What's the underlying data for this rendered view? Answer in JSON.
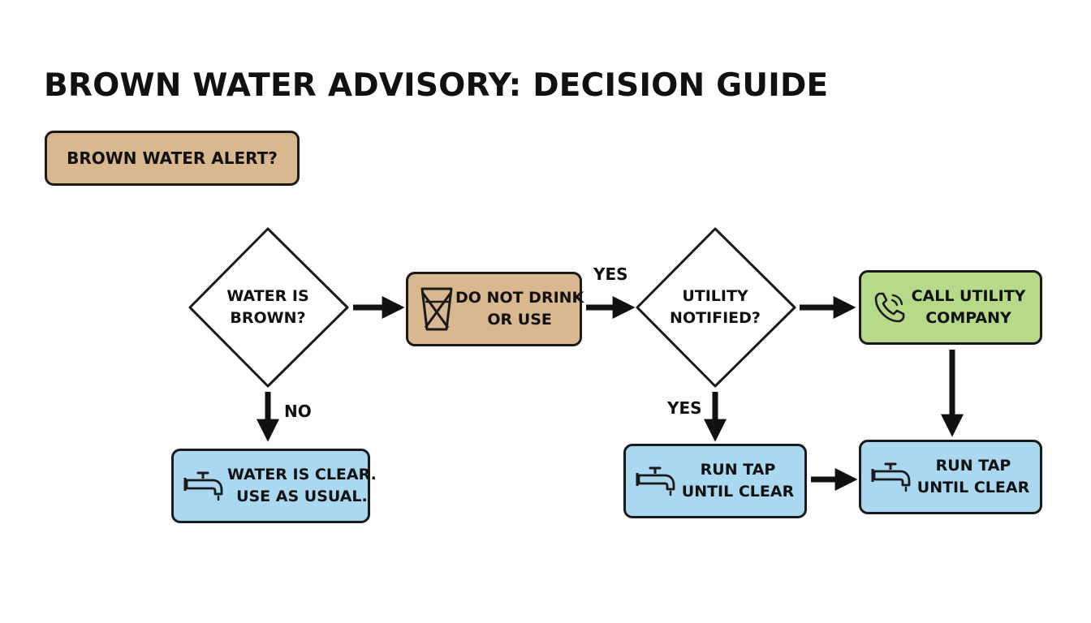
{
  "title": "BROWN WATER ADVISORY: DECISION GUIDE",
  "start": {
    "label": "BROWN WATER ALERT?"
  },
  "decisions": {
    "water_brown": {
      "line1": "WATER IS",
      "line2": "BROWN?"
    },
    "utility_notified": {
      "line1": "UTILITY",
      "line2": "NOTIFIED?"
    }
  },
  "actions": {
    "do_not_drink": {
      "line1": "DO NOT DRINK",
      "line2": "OR USE",
      "icon": "no-drink-cup-icon"
    },
    "call_utility": {
      "line1": "CALL UTILITY",
      "line2": "COMPANY",
      "icon": "phone-icon"
    },
    "water_clear": {
      "line1": "WATER IS CLEAR.",
      "line2": "USE AS USUAL.",
      "icon": "faucet-icon"
    },
    "run_tap_1": {
      "line1": "RUN TAP",
      "line2": "UNTIL CLEAR",
      "icon": "faucet-icon"
    },
    "run_tap_2": {
      "line1": "RUN TAP",
      "line2": "UNTIL CLEAR",
      "icon": "faucet-icon"
    }
  },
  "edge_labels": {
    "no": "NO",
    "yes_top": "YES",
    "yes_down": "YES"
  },
  "colors": {
    "tan": "#d9b88f",
    "blue": "#a9d8f0",
    "green": "#b6d98a",
    "stroke": "#1a1a1a"
  }
}
